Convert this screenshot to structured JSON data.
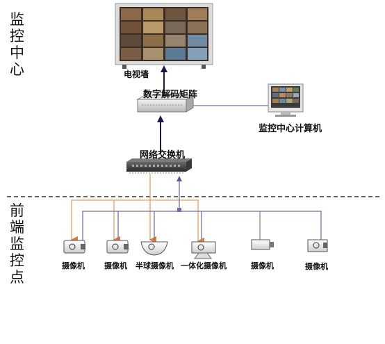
{
  "side_labels": {
    "center": [
      "监",
      "控",
      "中",
      "心"
    ],
    "front": [
      "前",
      "端",
      "监",
      "控",
      "点"
    ]
  },
  "nodes": {
    "video_wall": "电视墙",
    "decoder": "数字解码矩阵",
    "computer": "监控中心计算机",
    "switch": "网络交换机"
  },
  "cameras": [
    "摄像机",
    "摄像机",
    "半球摄像机",
    "一体化摄像机",
    "摄像机",
    "摄像机"
  ],
  "colors": {
    "orange_link": "#e8a165",
    "purple_link": "#7b6aa8",
    "dashed_divider": "#333333",
    "arrow_dark": "#1a1a4a"
  }
}
